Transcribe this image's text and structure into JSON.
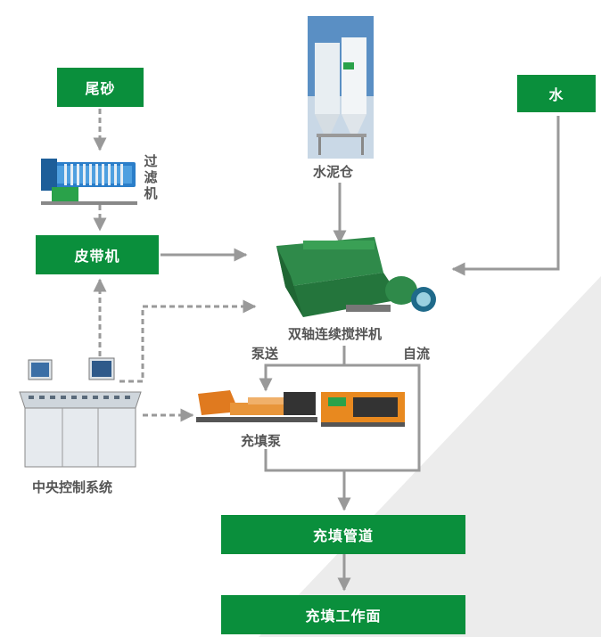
{
  "nodes": {
    "tailings": "尾砂",
    "filter": "过滤机",
    "belt": "皮带机",
    "cement_silo": "水泥仓",
    "water": "水",
    "mixer": "双轴连续搅拌机",
    "pump_delivery": "泵送",
    "gravity_flow": "自流",
    "fill_pump": "充填泵",
    "control_system": "中央控制系统",
    "fill_pipe": "充填管道",
    "fill_face": "充填工作面"
  },
  "colors": {
    "box_fill": "#0a8f3c",
    "box_text": "#ffffff",
    "arrow": "#999999",
    "label": "#555555",
    "wedge": "#ececec"
  },
  "icons": {
    "filter_image": "filter-press-icon",
    "silo_image": "cement-silo-icon",
    "mixer_image": "twin-shaft-mixer-icon",
    "pump_image": "fill-pump-icon",
    "console_image": "control-console-icon"
  }
}
